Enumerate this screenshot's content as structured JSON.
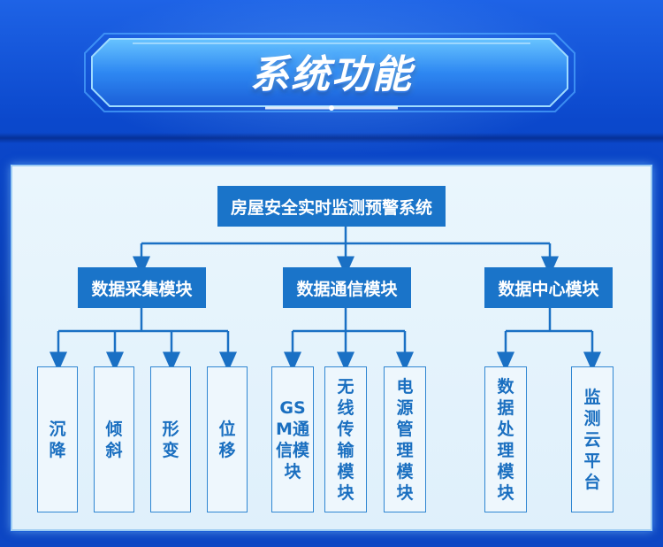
{
  "banner": {
    "title": "系统功能"
  },
  "diagram": {
    "root": "房屋安全实时监测预警系统",
    "modules": [
      {
        "label": "数据采集模块",
        "children": [
          "沉降",
          "倾斜",
          "形变",
          "位移"
        ]
      },
      {
        "label": "数据通信模块",
        "children": [
          "GSM通信模块",
          "无线传输模块",
          "电源管理模块"
        ]
      },
      {
        "label": "数据中心模块",
        "children": [
          "数据处理模块",
          "监测云平台"
        ]
      }
    ]
  },
  "colors": {
    "background": "#0b48cc",
    "panel": "#e6f4fc",
    "node_fill": "#1a74c9",
    "leaf_text": "#1a6fc0",
    "connector": "#1a70c4"
  }
}
